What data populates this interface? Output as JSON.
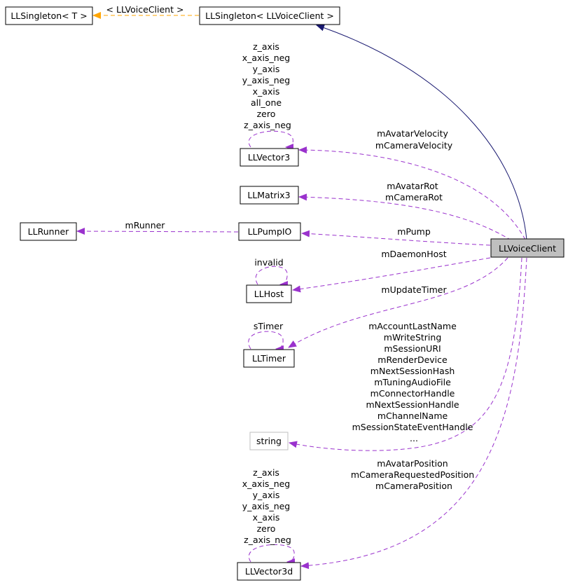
{
  "colors": {
    "inherit_edge": "#191970",
    "template_edge": "#ffa500",
    "usage_edge": "#9a32cd",
    "node_border": "#000000",
    "node_border_light": "#bfbfbf",
    "focus_fill": "#bfbfbf"
  },
  "nodes": [
    {
      "id": "llsingleton_t",
      "label": "LLSingleton< T >"
    },
    {
      "id": "llsingleton_voiceclient",
      "label": "LLSingleton< LLVoiceClient >"
    },
    {
      "id": "llvector3",
      "label": "LLVector3"
    },
    {
      "id": "llmatrix3",
      "label": "LLMatrix3"
    },
    {
      "id": "llrunner",
      "label": "LLRunner"
    },
    {
      "id": "llpumpio",
      "label": "LLPumpIO"
    },
    {
      "id": "llvoiceclient",
      "label": "LLVoiceClient"
    },
    {
      "id": "llhost",
      "label": "LLHost"
    },
    {
      "id": "lltimer",
      "label": "LLTimer"
    },
    {
      "id": "string",
      "label": "string"
    },
    {
      "id": "llvector3d",
      "label": "LLVector3d"
    }
  ],
  "edges": [
    {
      "id": "template",
      "lines": [
        "< LLVoiceClient >"
      ]
    },
    {
      "id": "inherit",
      "lines": []
    },
    {
      "id": "vector3_self",
      "lines": [
        "z_axis",
        "x_axis_neg",
        "y_axis",
        "y_axis_neg",
        "x_axis",
        "all_one",
        "zero",
        "z_axis_neg"
      ]
    },
    {
      "id": "velocity",
      "lines": [
        "mAvatarVelocity",
        "mCameraVelocity"
      ]
    },
    {
      "id": "rot",
      "lines": [
        "mAvatarRot",
        "mCameraRot"
      ]
    },
    {
      "id": "runner",
      "lines": [
        "mRunner"
      ]
    },
    {
      "id": "pump",
      "lines": [
        "mPump"
      ]
    },
    {
      "id": "daemon",
      "lines": [
        "mDaemonHost"
      ]
    },
    {
      "id": "host_self",
      "lines": [
        "invalid"
      ]
    },
    {
      "id": "updatetimer",
      "lines": [
        "mUpdateTimer"
      ]
    },
    {
      "id": "timer_self",
      "lines": [
        "sTimer"
      ]
    },
    {
      "id": "strings",
      "lines": [
        "mAccountLastName",
        "mWriteString",
        "mSessionURI",
        "mRenderDevice",
        "mNextSessionHash",
        "mTuningAudioFile",
        "mConnectorHandle",
        "mNextSessionHandle",
        "mChannelName",
        "mSessionStateEventHandle",
        "..."
      ]
    },
    {
      "id": "position",
      "lines": [
        "mAvatarPosition",
        "mCameraRequestedPosition",
        "mCameraPosition"
      ]
    },
    {
      "id": "vector3d_self",
      "lines": [
        "z_axis",
        "x_axis_neg",
        "y_axis",
        "y_axis_neg",
        "x_axis",
        "zero",
        "z_axis_neg"
      ]
    }
  ]
}
